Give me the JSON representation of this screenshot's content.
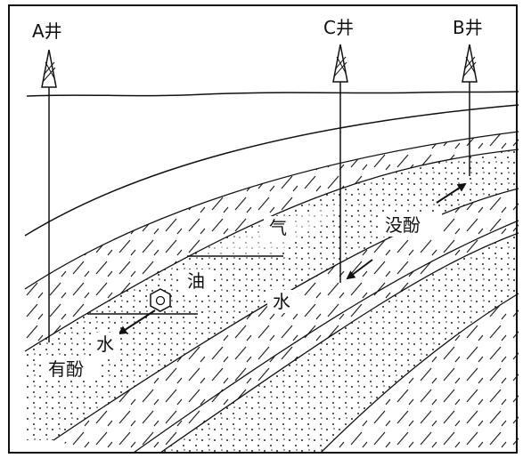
{
  "wells": {
    "a": {
      "label": "A井"
    },
    "c": {
      "label": "C井"
    },
    "b": {
      "label": "B井"
    }
  },
  "zones": {
    "gas": "气",
    "oil": "油",
    "water_reservoir": "水",
    "water_lower": "水",
    "phenol_present": "有酚",
    "phenol_absent": "没酚"
  },
  "colors": {
    "ink": "#111111",
    "background": "#ffffff"
  }
}
